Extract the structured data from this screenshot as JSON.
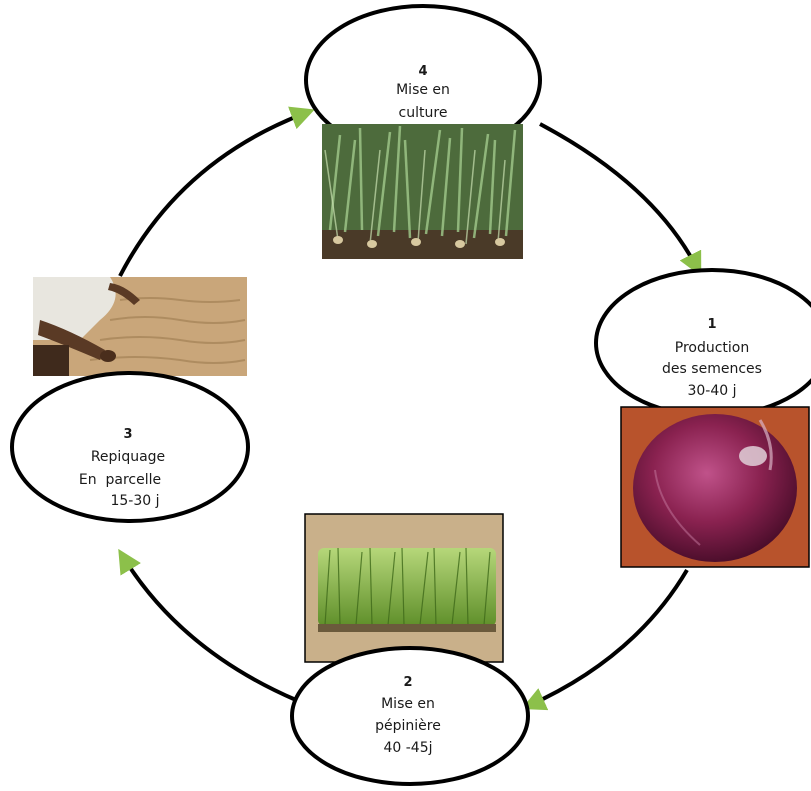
{
  "stages": [
    {
      "number": "1",
      "lines": [
        "Production",
        "des semences",
        "30-40 j"
      ],
      "photo": "red-onion-bulb"
    },
    {
      "number": "2",
      "lines": [
        "Mise en",
        "pépinière",
        "40 -45j"
      ],
      "photo": "seedling-nursery-tray"
    },
    {
      "number": "3",
      "lines": [
        "Repiquage",
        "En  parcelle",
        "15-30 j"
      ],
      "photo": "transplanting-in-sand"
    },
    {
      "number": "4",
      "lines": [
        "Mise en",
        "culture"
      ],
      "photo": "onion-field-crop"
    }
  ],
  "colors": {
    "ellipse_stroke": "#000000",
    "cycle_line": "#000000",
    "arrow_head": "#8cc04a"
  }
}
